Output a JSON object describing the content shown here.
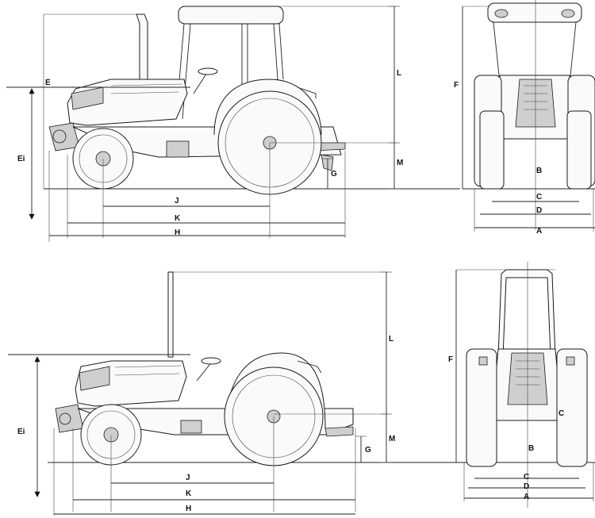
{
  "diagram": {
    "labels": {
      "A": "A",
      "B": "B",
      "C": "C",
      "D": "D",
      "E": "E",
      "F": "F",
      "G": "G",
      "H": "H",
      "J": "J",
      "K": "K",
      "L": "L",
      "M": "M"
    }
  }
}
